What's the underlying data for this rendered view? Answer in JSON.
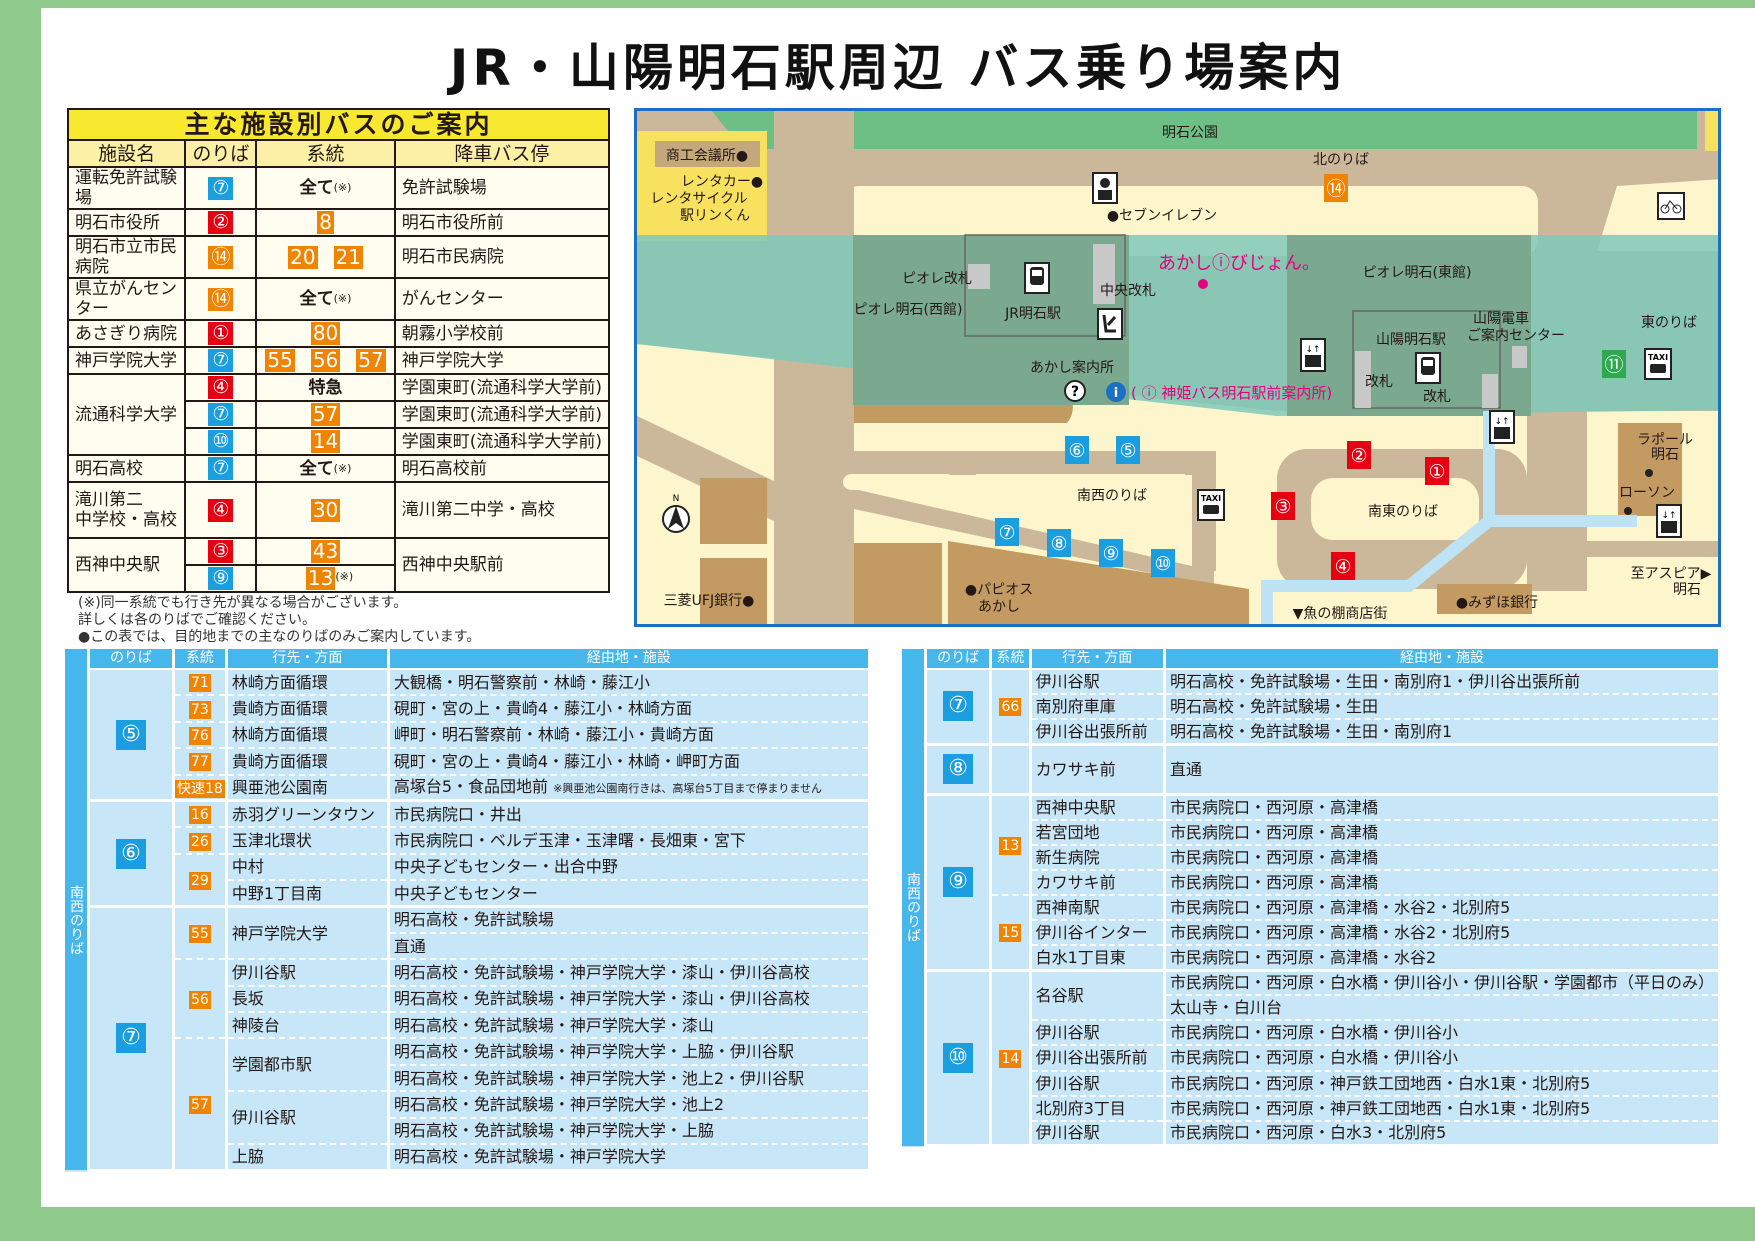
{
  "title": "JR・山陽明石駅周辺 バス乗り場案内",
  "colors": {
    "blue": "#1b9ee0",
    "red": "#e60012",
    "orange": "#f08300",
    "green": "#2fa84f",
    "header": "#47b6ea",
    "pink": "#e4007f"
  },
  "facility_table": {
    "title": "主な施設別バスのご案内",
    "headers": [
      "施設名",
      "のりば",
      "系統",
      "降車バス停"
    ],
    "all_label": "全て",
    "note_mark": "(※)",
    "rows": [
      {
        "name": "運転免許試験場",
        "stop": "⑦",
        "color": "blue",
        "all": true,
        "alight": "免許試験場"
      },
      {
        "name": "明石市役所",
        "stop": "②",
        "color": "red",
        "routes": [
          "8"
        ],
        "alight": "明石市役所前"
      },
      {
        "name": "明石市立市民病院",
        "stop": "⑭",
        "color": "orange",
        "routes": [
          "20",
          "21"
        ],
        "alight": "明石市民病院"
      },
      {
        "name": "県立がんセンター",
        "stop": "⑭",
        "color": "orange",
        "all": true,
        "alight": "がんセンター"
      },
      {
        "name": "あさぎり病院",
        "stop": "①",
        "color": "red",
        "routes": [
          "80"
        ],
        "alight": "朝霧小学校前"
      },
      {
        "name": "神戸学院大学",
        "stop": "⑦",
        "color": "blue",
        "routes": [
          "55",
          "56",
          "57"
        ],
        "alight": "神戸学院大学"
      },
      {
        "name": "流通科学大学",
        "stop": "④",
        "color": "red",
        "text": "特急",
        "alight": "学園東町(流通科学大学前)",
        "span": 3
      },
      {
        "stop": "⑦",
        "color": "blue",
        "routes": [
          "57"
        ],
        "alight": "学園東町(流通科学大学前)"
      },
      {
        "stop": "⑩",
        "color": "blue",
        "routes": [
          "14"
        ],
        "alight": "学園東町(流通科学大学前)"
      },
      {
        "name": "明石高校",
        "stop": "⑦",
        "color": "blue",
        "all": true,
        "alight": "明石高校前"
      },
      {
        "name": "滝川第二\n中学校・高校",
        "stop": "④",
        "color": "red",
        "routes": [
          "30"
        ],
        "alight": "滝川第二中学・高校",
        "tall": true
      },
      {
        "name": "西神中央駅",
        "stop": "③",
        "color": "red",
        "routes": [
          "43"
        ],
        "alight": "西神中央駅前",
        "span": 2,
        "alight_span": 2
      },
      {
        "stop": "⑨",
        "color": "blue",
        "routes": [
          "13"
        ],
        "note": true
      }
    ],
    "notes": [
      "(※)同一系統でも行き先が異なる場合がございます。",
      "詳しくは各のりばでご確認ください。",
      "●この表では、目的地までの主なのりばのみご案内しています。"
    ]
  },
  "map": {
    "labels": {
      "park": "明石公園",
      "north_stop": "北のりば",
      "chamber": "商工会議所●",
      "rentacar": "レンタカー●",
      "rentacycle": "レンタサイクル",
      "ekirin": "駅リンくん",
      "seven": "●セブンイレブン",
      "piole_gate": "ピオレ改札",
      "piole_west": "ピオレ明石(西館)",
      "jr_station": "JR明石駅",
      "central_gate": "中央改札",
      "vision": "あかしⓘびじょん。",
      "piole_east": "ピオレ明石(東館)",
      "sanyo_center_1": "山陽電車",
      "sanyo_center_2": "ご案内センター",
      "sanyo_station": "山陽明石駅",
      "east_stop": "東のりば",
      "info": "あかし案内所",
      "shinki_info": "( ⓘ 神姫バス明石駅前案内所)",
      "gate1": "改札",
      "gate2": "改札",
      "southwest_stop": "南西のりば",
      "southeast_stop": "南東のりば",
      "lapole_1": "ラポール",
      "lapole_2": "明石",
      "lawson": "ローソン",
      "aspia_1": "至アスピア▶",
      "aspia_2": "明石",
      "mufg": "三菱UFJ銀行●",
      "papios_1": "●パピオス",
      "papios_2": "あかし",
      "uonotana": "▼魚の棚商店街",
      "mizuho": "●みずほ銀行",
      "north": "N",
      "taxi": "TAXI"
    },
    "stops": [
      {
        "label": "⑭",
        "color": "orange"
      },
      {
        "label": "⑪",
        "color": "green"
      },
      {
        "label": "⑥",
        "color": "blue"
      },
      {
        "label": "⑤",
        "color": "blue"
      },
      {
        "label": "②",
        "color": "red"
      },
      {
        "label": "①",
        "color": "red"
      },
      {
        "label": "③",
        "color": "red"
      },
      {
        "label": "④",
        "color": "red"
      },
      {
        "label": "⑦",
        "color": "blue"
      },
      {
        "label": "⑧",
        "color": "blue"
      },
      {
        "label": "⑨",
        "color": "blue"
      },
      {
        "label": "⑩",
        "color": "blue"
      }
    ],
    "icons": [
      "police-box",
      "bicycle-parking",
      "jr-train",
      "waiting-seat",
      "elevator",
      "sanyo-train",
      "taxi",
      "taxi",
      "elevator",
      "elevator",
      "question",
      "information"
    ]
  },
  "route_headers": [
    "のりば",
    "系統",
    "行先・方面",
    "経由地・施設"
  ],
  "side_label": "南西のりば",
  "bottom_left": {
    "groups": [
      {
        "stop": "⑤",
        "routes": [
          {
            "route": "71",
            "dests": [
              {
                "dest": "林崎方面循環",
                "vias": [
                  {
                    "text": "大観橋・明石警察前・林崎・藤江小"
                  }
                ]
              }
            ]
          },
          {
            "route": "73",
            "dests": [
              {
                "dest": "貴崎方面循環",
                "vias": [
                  {
                    "text": "硯町・宮の上・貴崎4・藤江小・林崎方面"
                  }
                ]
              }
            ]
          },
          {
            "route": "76",
            "dests": [
              {
                "dest": "林崎方面循環",
                "vias": [
                  {
                    "text": "岬町・明石警察前・林崎・藤江小・貴崎方面"
                  }
                ]
              }
            ]
          },
          {
            "route": "77",
            "dests": [
              {
                "dest": "貴崎方面循環",
                "vias": [
                  {
                    "text": "硯町・宮の上・貴崎4・藤江小・林崎・岬町方面"
                  }
                ]
              }
            ]
          },
          {
            "route": "快速18",
            "dests": [
              {
                "dest": "興亜池公園南",
                "vias": [
                  {
                    "text": "高塚台5・食品団地前",
                    "note": "※興亜池公園南行きは、高塚台5丁目まで停まりません"
                  }
                ]
              }
            ]
          }
        ]
      },
      {
        "stop": "⑥",
        "routes": [
          {
            "route": "16",
            "dests": [
              {
                "dest": "赤羽グリーンタウン",
                "vias": [
                  {
                    "text": "市民病院口・井出"
                  }
                ]
              }
            ]
          },
          {
            "route": "26",
            "dests": [
              {
                "dest": "玉津北環状",
                "vias": [
                  {
                    "text": "市民病院口・ベルデ玉津・玉津曙・長畑東・宮下"
                  }
                ]
              }
            ]
          },
          {
            "route": "29",
            "dests": [
              {
                "dest": "中村",
                "vias": [
                  {
                    "text": "中央子どもセンター・出合中野"
                  }
                ]
              },
              {
                "dest": "中野1丁目南",
                "vias": [
                  {
                    "text": "中央子どもセンター"
                  }
                ]
              }
            ]
          }
        ]
      },
      {
        "stop": "⑦",
        "routes": [
          {
            "route": "55",
            "dests": [
              {
                "dest": "神戸学院大学",
                "vias": [
                  {
                    "text": "明石高校・免許試験場"
                  },
                  {
                    "text": "直通"
                  }
                ]
              }
            ]
          },
          {
            "route": "56",
            "dests": [
              {
                "dest": "伊川谷駅",
                "vias": [
                  {
                    "text": "明石高校・免許試験場・神戸学院大学・漆山・伊川谷高校"
                  }
                ]
              },
              {
                "dest": "長坂",
                "vias": [
                  {
                    "text": "明石高校・免許試験場・神戸学院大学・漆山・伊川谷高校"
                  }
                ]
              },
              {
                "dest": "神陵台",
                "vias": [
                  {
                    "text": "明石高校・免許試験場・神戸学院大学・漆山"
                  }
                ]
              }
            ]
          },
          {
            "route": "57",
            "dests": [
              {
                "dest": "学園都市駅",
                "vias": [
                  {
                    "text": "明石高校・免許試験場・神戸学院大学・上脇・伊川谷駅"
                  },
                  {
                    "text": "明石高校・免許試験場・神戸学院大学・池上2・伊川谷駅"
                  }
                ]
              },
              {
                "dest": "伊川谷駅",
                "vias": [
                  {
                    "text": "明石高校・免許試験場・神戸学院大学・池上2"
                  },
                  {
                    "text": "明石高校・免許試験場・神戸学院大学・上脇"
                  }
                ]
              },
              {
                "dest": "上脇",
                "vias": [
                  {
                    "text": "明石高校・免許試験場・神戸学院大学"
                  }
                ]
              }
            ]
          }
        ]
      }
    ]
  },
  "bottom_right": {
    "groups": [
      {
        "stop": "⑦",
        "routes": [
          {
            "route": "66",
            "dests": [
              {
                "dest": "伊川谷駅",
                "vias": [
                  {
                    "text": "明石高校・免許試験場・生田・南別府1・伊川谷出張所前"
                  }
                ]
              },
              {
                "dest": "南別府車庫",
                "vias": [
                  {
                    "text": "明石高校・免許試験場・生田"
                  }
                ]
              },
              {
                "dest": "伊川谷出張所前",
                "vias": [
                  {
                    "text": "明石高校・免許試験場・生田・南別府1"
                  }
                ]
              }
            ]
          }
        ]
      },
      {
        "stop": "⑧",
        "routes": [
          {
            "route": "",
            "dests": [
              {
                "dest": "カワサキ前",
                "vias": [
                  {
                    "text": "直通"
                  }
                ]
              }
            ]
          }
        ]
      },
      {
        "stop": "⑨",
        "routes": [
          {
            "route": "13",
            "dests": [
              {
                "dest": "西神中央駅",
                "vias": [
                  {
                    "text": "市民病院口・西河原・高津橋"
                  }
                ]
              },
              {
                "dest": "若宮団地",
                "vias": [
                  {
                    "text": "市民病院口・西河原・高津橋"
                  }
                ]
              },
              {
                "dest": "新生病院",
                "vias": [
                  {
                    "text": "市民病院口・西河原・高津橋"
                  }
                ]
              },
              {
                "dest": "カワサキ前",
                "vias": [
                  {
                    "text": "市民病院口・西河原・高津橋"
                  }
                ]
              }
            ]
          },
          {
            "route": "15",
            "dests": [
              {
                "dest": "西神南駅",
                "vias": [
                  {
                    "text": "市民病院口・西河原・高津橋・水谷2・北別府5"
                  }
                ]
              },
              {
                "dest": "伊川谷インター",
                "vias": [
                  {
                    "text": "市民病院口・西河原・高津橋・水谷2・北別府5"
                  }
                ]
              },
              {
                "dest": "白水1丁目東",
                "vias": [
                  {
                    "text": "市民病院口・西河原・高津橋・水谷2"
                  }
                ]
              }
            ]
          }
        ]
      },
      {
        "stop": "⑩",
        "routes": [
          {
            "route": "14",
            "dests": [
              {
                "dest": "名谷駅",
                "vias": [
                  {
                    "text": "市民病院口・西河原・白水橋・伊川谷小・伊川谷駅・学園都市（平日のみ）"
                  },
                  {
                    "text": "太山寺・白川台"
                  }
                ]
              },
              {
                "dest": "伊川谷駅",
                "vias": [
                  {
                    "text": "市民病院口・西河原・白水橋・伊川谷小"
                  }
                ]
              },
              {
                "dest": "伊川谷出張所前",
                "vias": [
                  {
                    "text": "市民病院口・西河原・白水橋・伊川谷小"
                  }
                ]
              },
              {
                "dest": "伊川谷駅",
                "vias": [
                  {
                    "text": "市民病院口・西河原・神戸鉄工団地西・白水1東・北別府5"
                  }
                ]
              },
              {
                "dest": "北別府3丁目",
                "vias": [
                  {
                    "text": "市民病院口・西河原・神戸鉄工団地西・白水1東・北別府5"
                  }
                ]
              },
              {
                "dest": "伊川谷駅",
                "vias": [
                  {
                    "text": "市民病院口・西河原・白水3・北別府5"
                  }
                ]
              }
            ]
          }
        ]
      }
    ]
  }
}
